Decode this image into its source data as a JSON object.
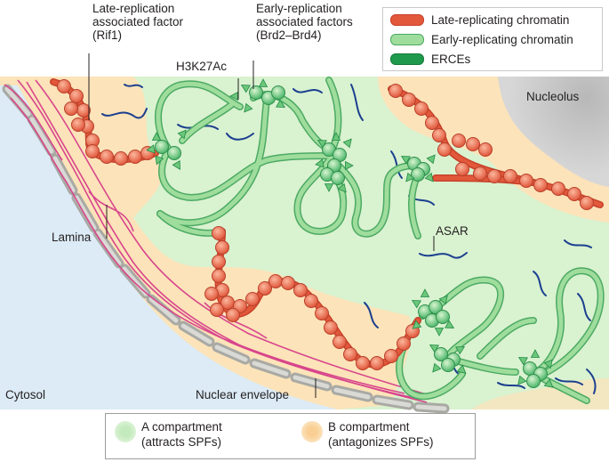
{
  "labels": {
    "late_factor": [
      "Late-replication",
      "associated factor",
      "(Rif1)"
    ],
    "early_factors": [
      "Early-replication",
      "associated factors",
      "(Brd2–Brd4)"
    ],
    "h3k27ac": "H3K27Ac",
    "nucleolus": "Nucleolus",
    "lamina": "Lamina",
    "asar": "ASAR",
    "cytosol": "Cytosol",
    "nuclear_envelope": "Nuclear envelope"
  },
  "legend": [
    {
      "label": "Late-replicating chromatin",
      "color": "#e2583b"
    },
    {
      "label": "Early-replicating chromatin",
      "color": "#8fd58f"
    },
    {
      "label": "ERCEs",
      "color": "#1f9a4c"
    }
  ],
  "compartments": [
    {
      "lines": [
        "A compartment",
        "(attracts SPFs)"
      ],
      "color": "#cdeec6"
    },
    {
      "lines": [
        "B compartment",
        "(antagonizes SPFs)"
      ],
      "color": "#fbd9a8"
    }
  ],
  "colors": {
    "late": "#e2583b",
    "late_bead": "#f07f5d",
    "early": "#8fd58f",
    "erce": "#1f9a4c",
    "lamina": "#d8458c",
    "asar": "#1b3f8f",
    "nucleoplasm": "#d9f2d0",
    "b_zone": "#fce3b9",
    "nucleolus": "#c7c7c7",
    "cytosol": "#dcebf6",
    "envelope": "#b9b9b4"
  }
}
